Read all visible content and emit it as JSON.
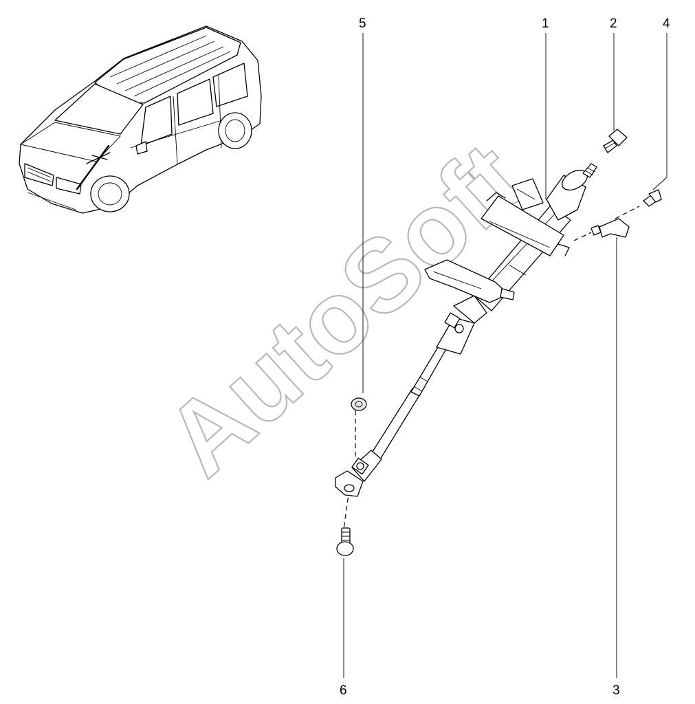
{
  "watermark": "AutoSoft",
  "callouts": [
    {
      "id": "1",
      "label": "1"
    },
    {
      "id": "2",
      "label": "2"
    },
    {
      "id": "3",
      "label": "3"
    },
    {
      "id": "4",
      "label": "4"
    },
    {
      "id": "5",
      "label": "5"
    },
    {
      "id": "6",
      "label": "6"
    }
  ],
  "icons": [
    "vehicle-location-icon",
    "steering-column-assembly",
    "bolt",
    "clip",
    "nut"
  ]
}
